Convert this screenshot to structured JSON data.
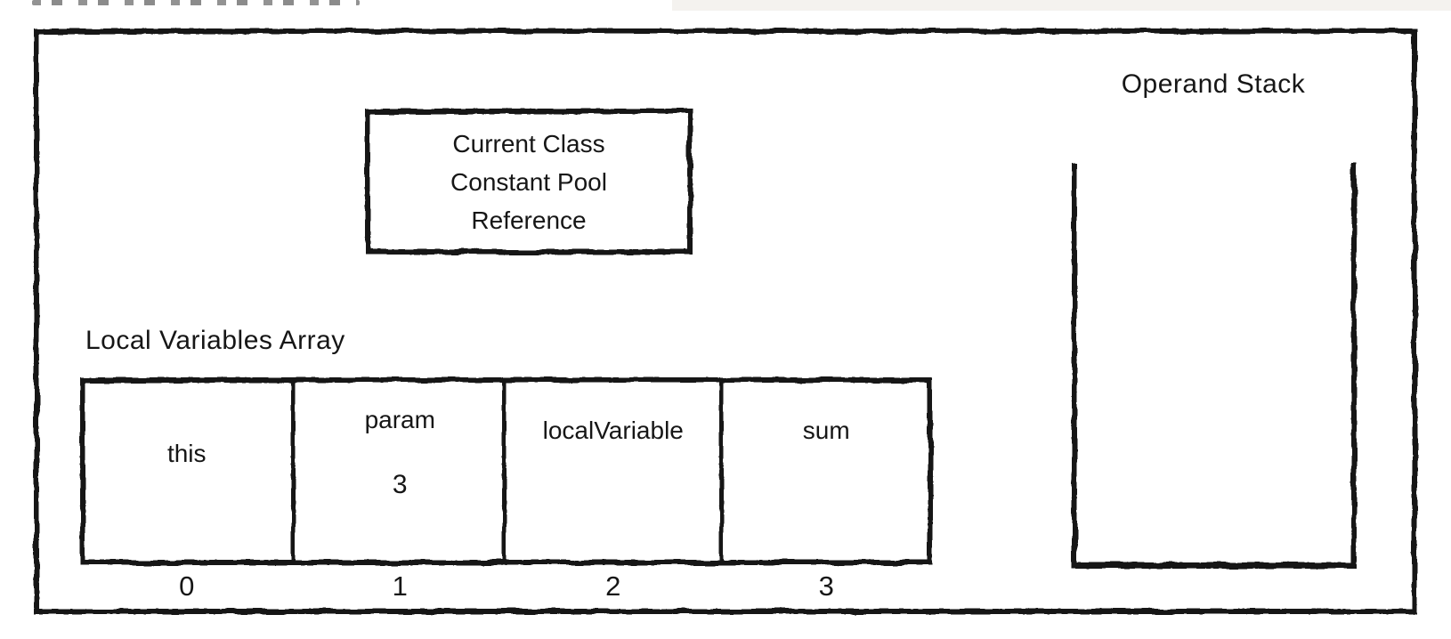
{
  "diagram": {
    "colors": {
      "ink": "#161616",
      "background": "#ffffff",
      "top_band": "#f4f2ef"
    },
    "operand_stack": {
      "label": "Operand Stack"
    },
    "constant_pool_box": {
      "line1": "Current Class",
      "line2": "Constant Pool",
      "line3": "Reference"
    },
    "local_variables": {
      "label": "Local Variables Array",
      "cells": [
        {
          "name": "this",
          "value": "",
          "index": "0"
        },
        {
          "name": "param",
          "value": "3",
          "index": "1"
        },
        {
          "name": "localVariable",
          "value": "",
          "index": "2"
        },
        {
          "name": "sum",
          "value": "",
          "index": "3"
        }
      ]
    }
  }
}
